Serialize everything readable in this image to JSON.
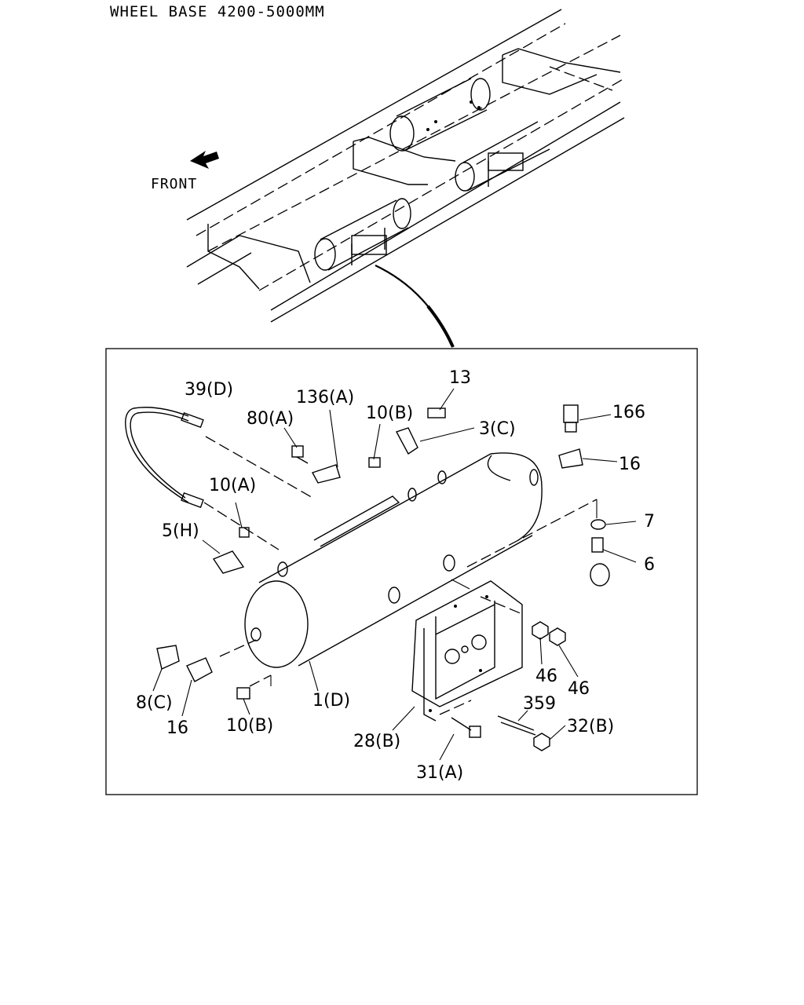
{
  "header": {
    "title": "WHEEL BASE 4200-5000MM"
  },
  "orientation": {
    "front_label": "FRONT"
  },
  "callouts": [
    {
      "id": "c1",
      "text": "39(D)"
    },
    {
      "id": "c2",
      "text": "136(A)"
    },
    {
      "id": "c3",
      "text": "13"
    },
    {
      "id": "c4",
      "text": "80(A)"
    },
    {
      "id": "c5",
      "text": "10(B)"
    },
    {
      "id": "c6",
      "text": "3(C)"
    },
    {
      "id": "c7",
      "text": "166"
    },
    {
      "id": "c8",
      "text": "16"
    },
    {
      "id": "c9",
      "text": "10(A)"
    },
    {
      "id": "c10",
      "text": "7"
    },
    {
      "id": "c11",
      "text": "5(H)"
    },
    {
      "id": "c12",
      "text": "6"
    },
    {
      "id": "c13",
      "text": "46"
    },
    {
      "id": "c14",
      "text": "46"
    },
    {
      "id": "c15",
      "text": "8(C)"
    },
    {
      "id": "c16",
      "text": "1(D)"
    },
    {
      "id": "c17",
      "text": "359"
    },
    {
      "id": "c18",
      "text": "16"
    },
    {
      "id": "c19",
      "text": "10(B)"
    },
    {
      "id": "c20",
      "text": "28(B)"
    },
    {
      "id": "c21",
      "text": "32(B)"
    },
    {
      "id": "c22",
      "text": "31(A)"
    }
  ]
}
